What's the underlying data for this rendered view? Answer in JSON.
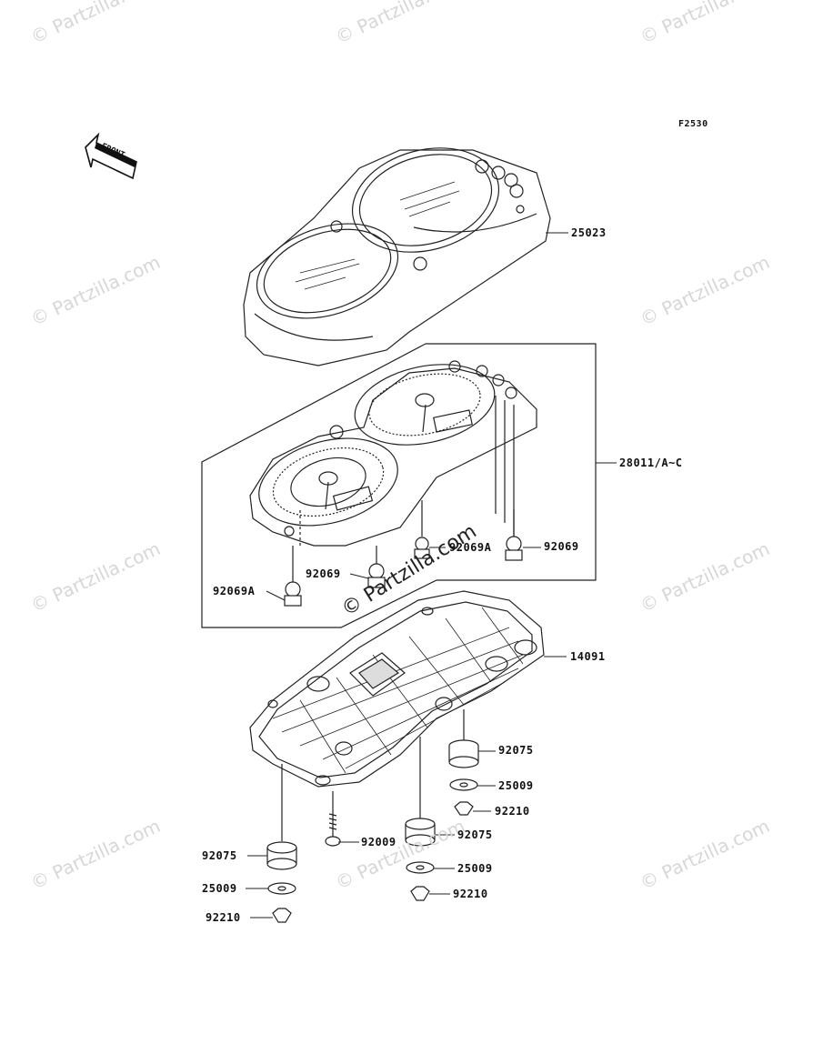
{
  "figure_code": "F2530",
  "front_label": "FRONT",
  "watermark": "© Partzilla.com",
  "center_watermark": "© Partzilla.com",
  "parts": {
    "meter_cover": "25023",
    "meter_assembly": "28011/A~C",
    "bulb_a_left": "92069A",
    "bulb_center": "92069",
    "bulb_a_right": "92069A",
    "bulb_right": "92069",
    "meter_case": "14091",
    "damper_right": "92075",
    "washer_right": "25009",
    "nut_right": "92210",
    "screw": "92009",
    "damper_mid": "92075",
    "washer_mid": "25009",
    "nut_mid": "92210",
    "damper_left": "92075",
    "washer_left": "25009",
    "nut_left": "92210"
  }
}
